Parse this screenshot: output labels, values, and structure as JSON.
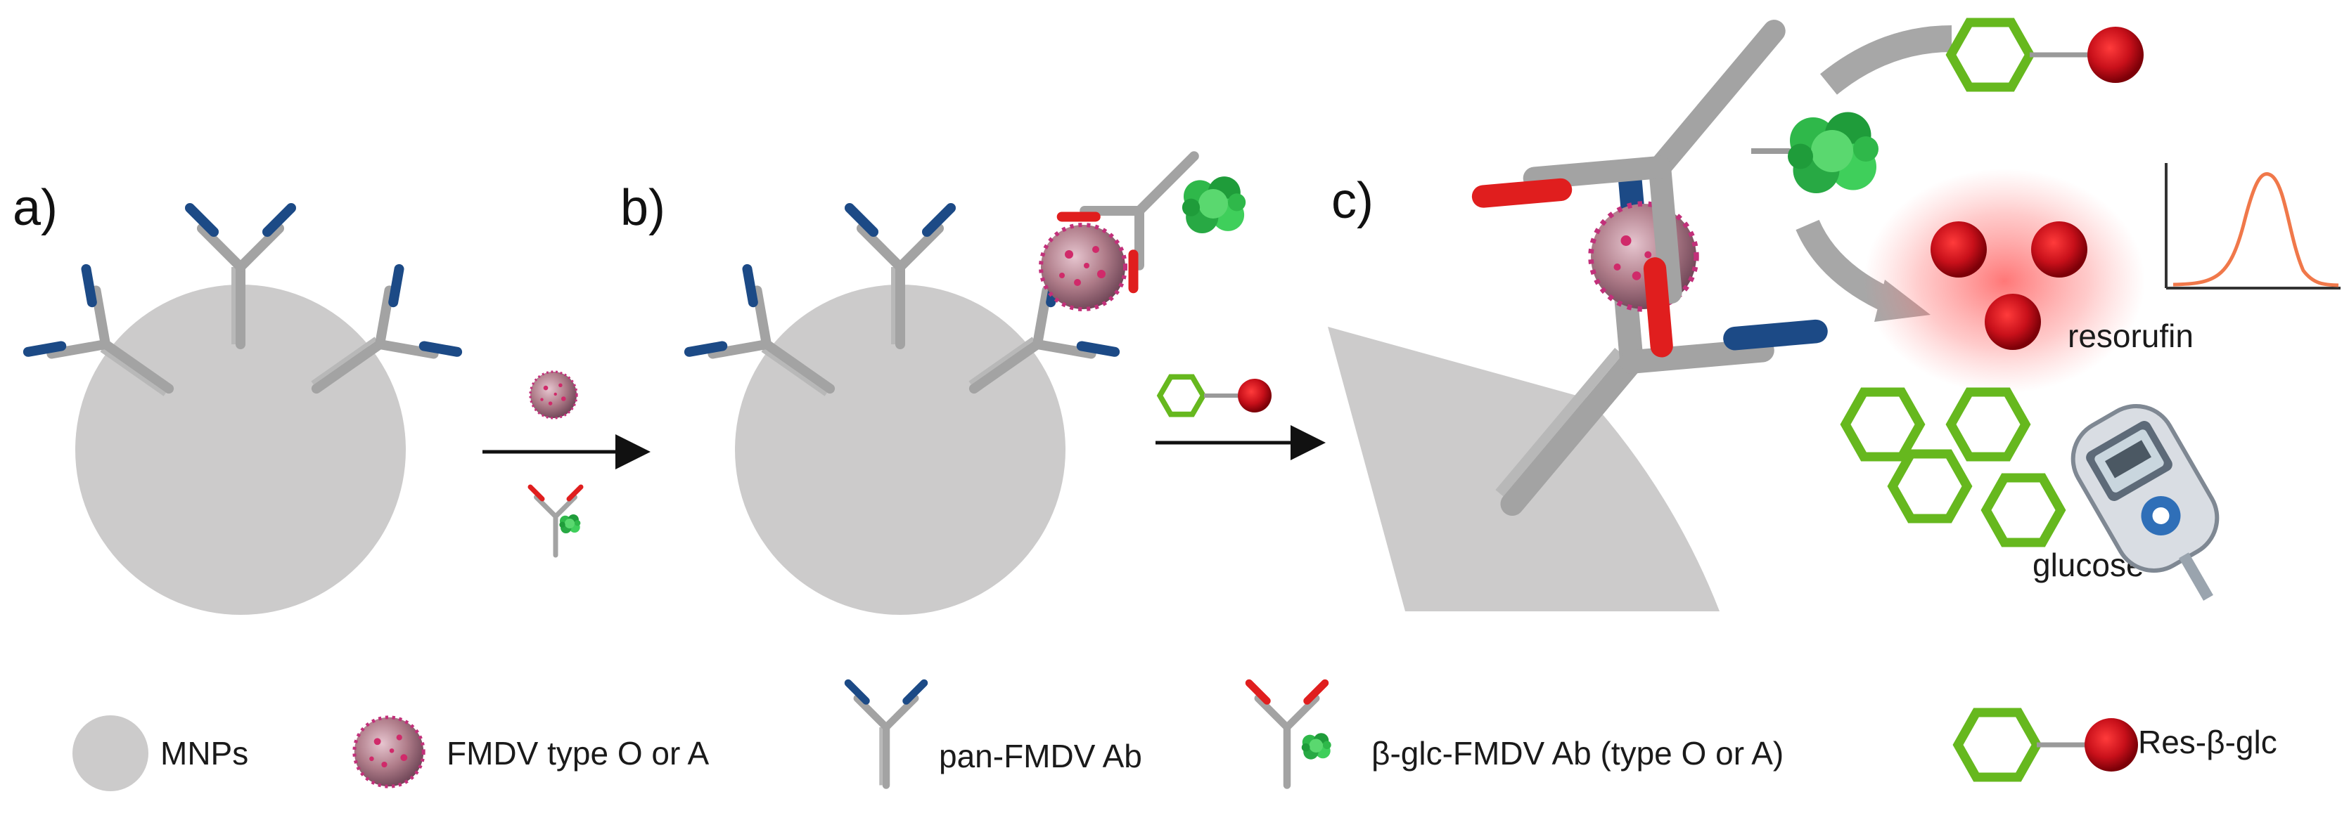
{
  "panels": {
    "a": "a)",
    "b": "b)",
    "c": "c)"
  },
  "annotations": {
    "resorufin": "resorufin",
    "glucose": "glucose"
  },
  "legend": {
    "mnps": "MNPs",
    "fmdv": "FMDV type O or A",
    "pan_ab": "pan-FMDV Ab",
    "glc_ab": "β-glc-FMDV Ab (type O or A)",
    "substrate": "Res-β-glc"
  },
  "colors": {
    "particle": "#cccbcb",
    "antibody": "#a3a3a3",
    "pan_tip": "#1c4a86",
    "glc_tip": "#e01e1e",
    "enzyme": "#2fb84a",
    "glucose": "#66b81e",
    "resorufin": "#c8101a",
    "virus": "#b07d8a"
  }
}
